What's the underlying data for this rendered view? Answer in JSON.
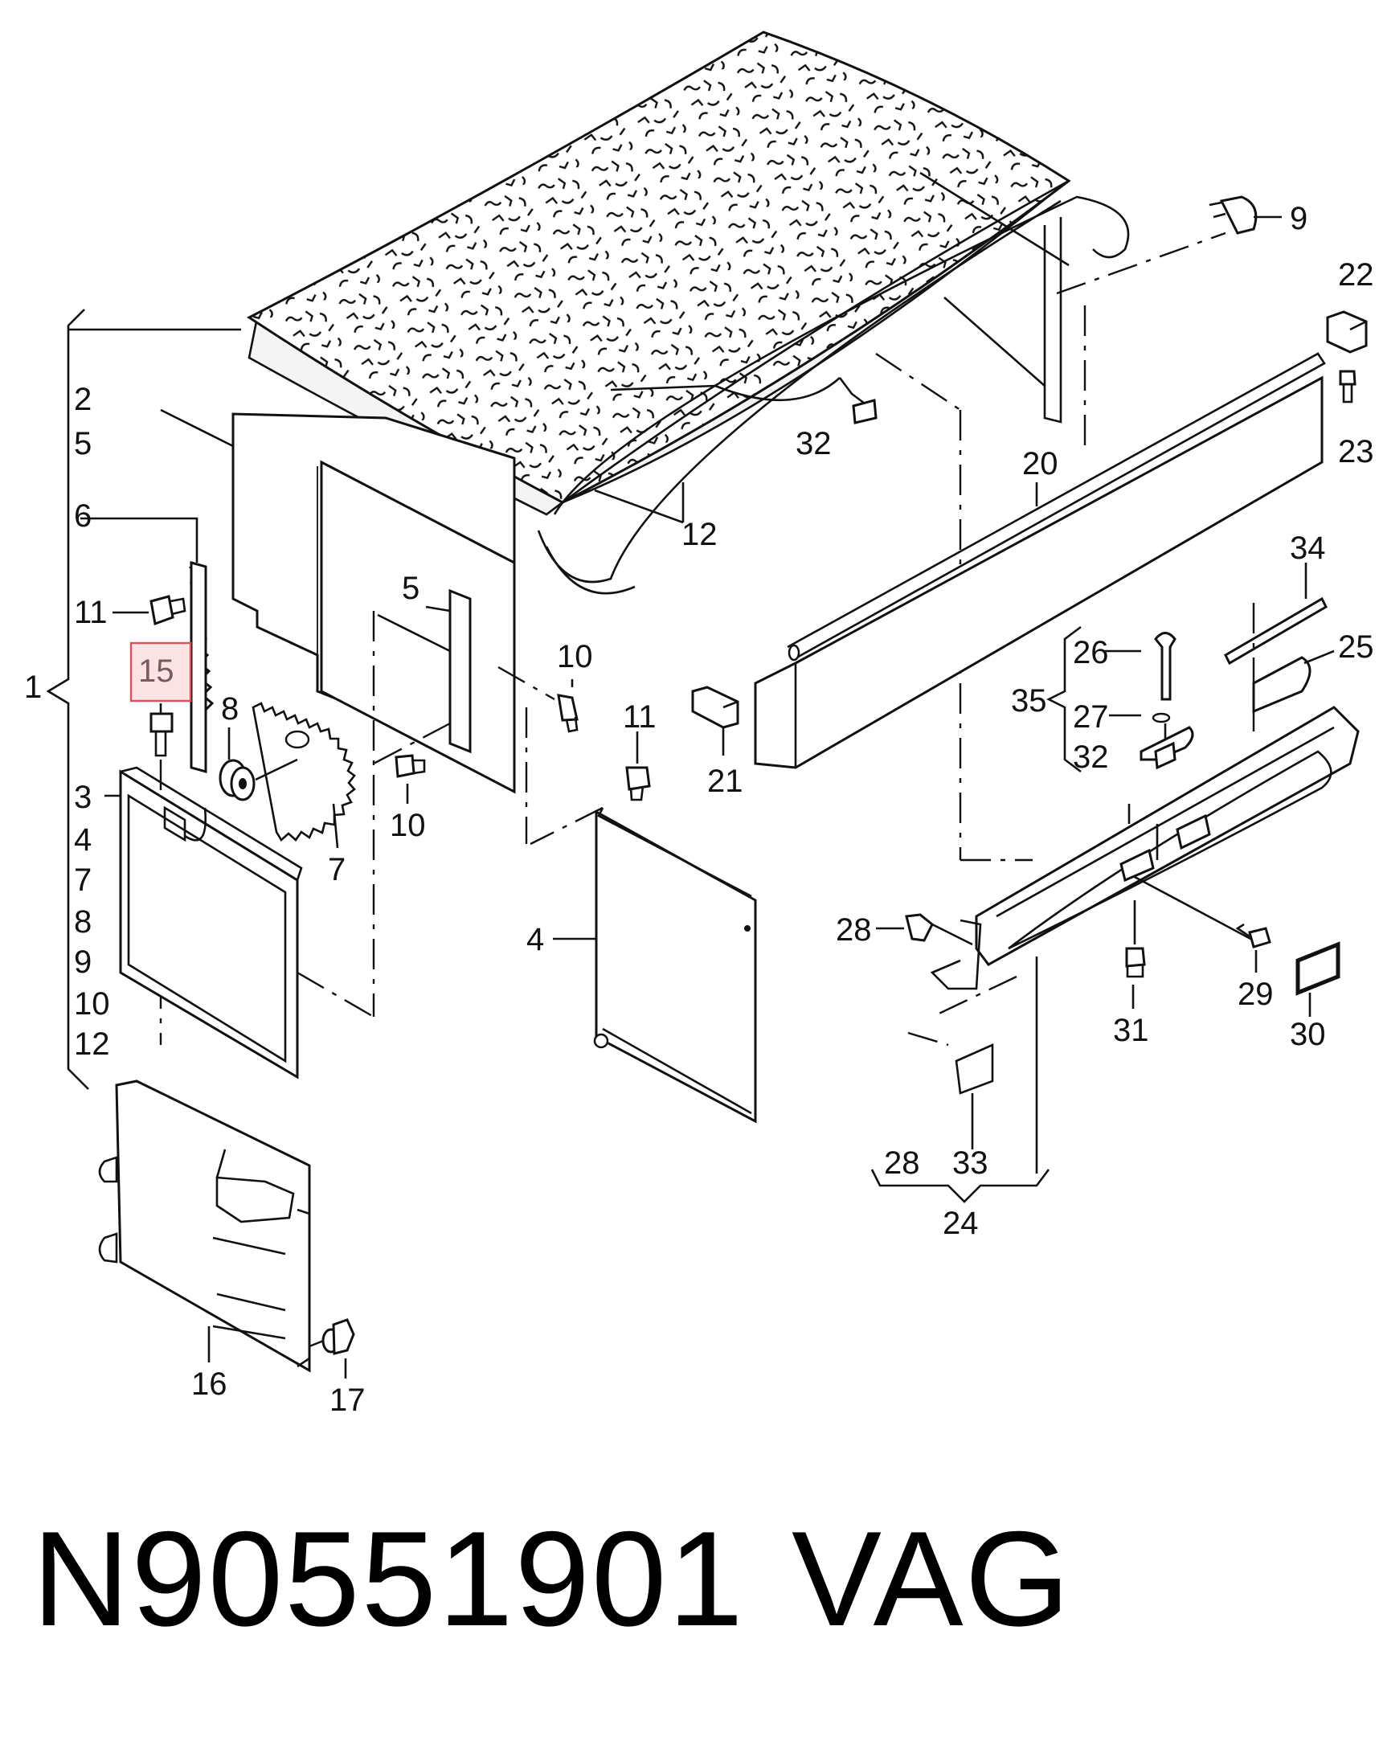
{
  "diagram": {
    "labels": {
      "l1": "1",
      "l2": "2",
      "l5a": "5",
      "l6": "6",
      "l11a": "11",
      "l15": "15",
      "l3": "3",
      "l4a": "4",
      "l7a": "7",
      "l8a": "8",
      "l9a": "9",
      "l10a": "10",
      "l12a": "12",
      "l8": "8",
      "l7": "7",
      "l5": "5",
      "l10b": "10",
      "l10c": "10",
      "l11b": "11",
      "l4": "4",
      "l16": "16",
      "l17": "17",
      "l12": "12",
      "l32a": "32",
      "l21": "21",
      "l20": "20",
      "l9": "9",
      "l22": "22",
      "l23": "23",
      "l34": "34",
      "l26": "26",
      "l25": "25",
      "l35": "35",
      "l27": "27",
      "l32b": "32",
      "l28a": "28",
      "l29": "29",
      "l31": "31",
      "l30": "30",
      "l28b": "28",
      "l33": "33",
      "l24": "24"
    },
    "highlight_color": "#e0505a",
    "highlight_fill": "#fbe3e5"
  },
  "footer": {
    "part_number": "N90551901",
    "brand": "VAG"
  }
}
